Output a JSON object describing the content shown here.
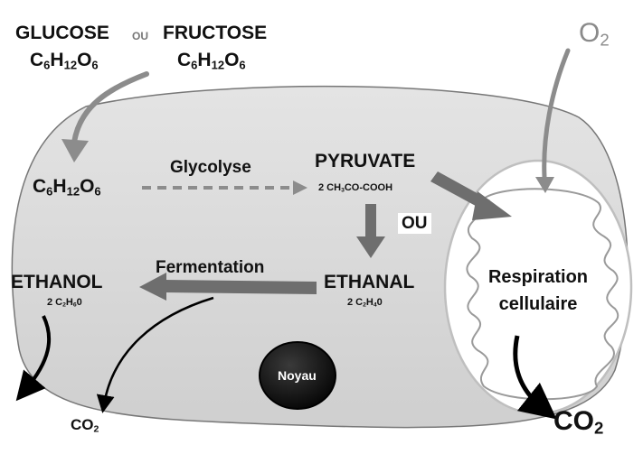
{
  "sources": {
    "glucose": "GLUCOSE",
    "ou": "OU",
    "fructose": "FRUCTOSE",
    "formula_glucose": {
      "e1": "C",
      "n1": "6",
      "e2": "H",
      "n2": "12",
      "e3": "O",
      "n3": "6"
    },
    "formula_fructose": {
      "e1": "C",
      "n1": "6",
      "e2": "H",
      "n2": "12",
      "e3": "O",
      "n3": "6"
    }
  },
  "oxygen": {
    "e1": "O",
    "n1": "2"
  },
  "cell": {
    "formula_input": {
      "e1": "C",
      "n1": "6",
      "e2": "H",
      "n2": "12",
      "e3": "O",
      "n3": "6"
    },
    "glycolyse": "Glycolyse",
    "pyruvate": "PYRUVATE",
    "pyruvate_formula": {
      "pre": "2 CH",
      "n1": "3",
      "post": "CO-COOH"
    },
    "ou": "OU",
    "ethanal": "ETHANAL",
    "ethanal_formula": {
      "pre": "2 C",
      "n1": "2",
      "e2": "H",
      "n2": "4",
      "e3": "0"
    },
    "fermentation": "Fermentation",
    "ethanol": "ETHANOL",
    "ethanol_formula": {
      "pre": "2 C",
      "n1": "2",
      "e2": "H",
      "n2": "6",
      "e3": "0"
    },
    "respiration_line1": "Respiration",
    "respiration_line2": "cellulaire",
    "noyau": "Noyau"
  },
  "products": {
    "co2_small": {
      "e1": "CO",
      "n1": "2"
    },
    "co2_big": {
      "e1": "CO",
      "n1": "2"
    }
  },
  "colors": {
    "cell_fill": "#d9d9d9",
    "arrow_gray": "#8c8c8c",
    "arrow_dark": "#6e6e6e",
    "nucleus": "#111111"
  }
}
